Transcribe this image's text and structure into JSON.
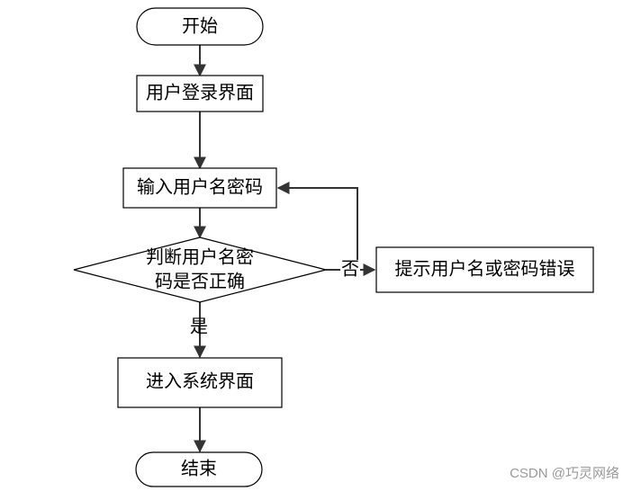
{
  "nodes": {
    "start": {
      "label": "开始",
      "shape": "terminator"
    },
    "login": {
      "label": "用户登录界面",
      "shape": "process"
    },
    "input": {
      "label": "输入用户名密码",
      "shape": "process"
    },
    "check": {
      "lines": [
        "判断用户名密",
        "码是否正确"
      ],
      "shape": "decision"
    },
    "error": {
      "label": "提示用户名或密码错误",
      "shape": "process"
    },
    "enter": {
      "label": "进入系统界面",
      "shape": "process"
    },
    "end": {
      "label": "结束",
      "shape": "terminator"
    }
  },
  "edges": {
    "no_label": "否",
    "yes_label": "是"
  },
  "watermark": "CSDN @巧灵网络",
  "colors": {
    "stroke": "#000000",
    "arrow": "#333333",
    "watermark": "#9a9a9a"
  }
}
